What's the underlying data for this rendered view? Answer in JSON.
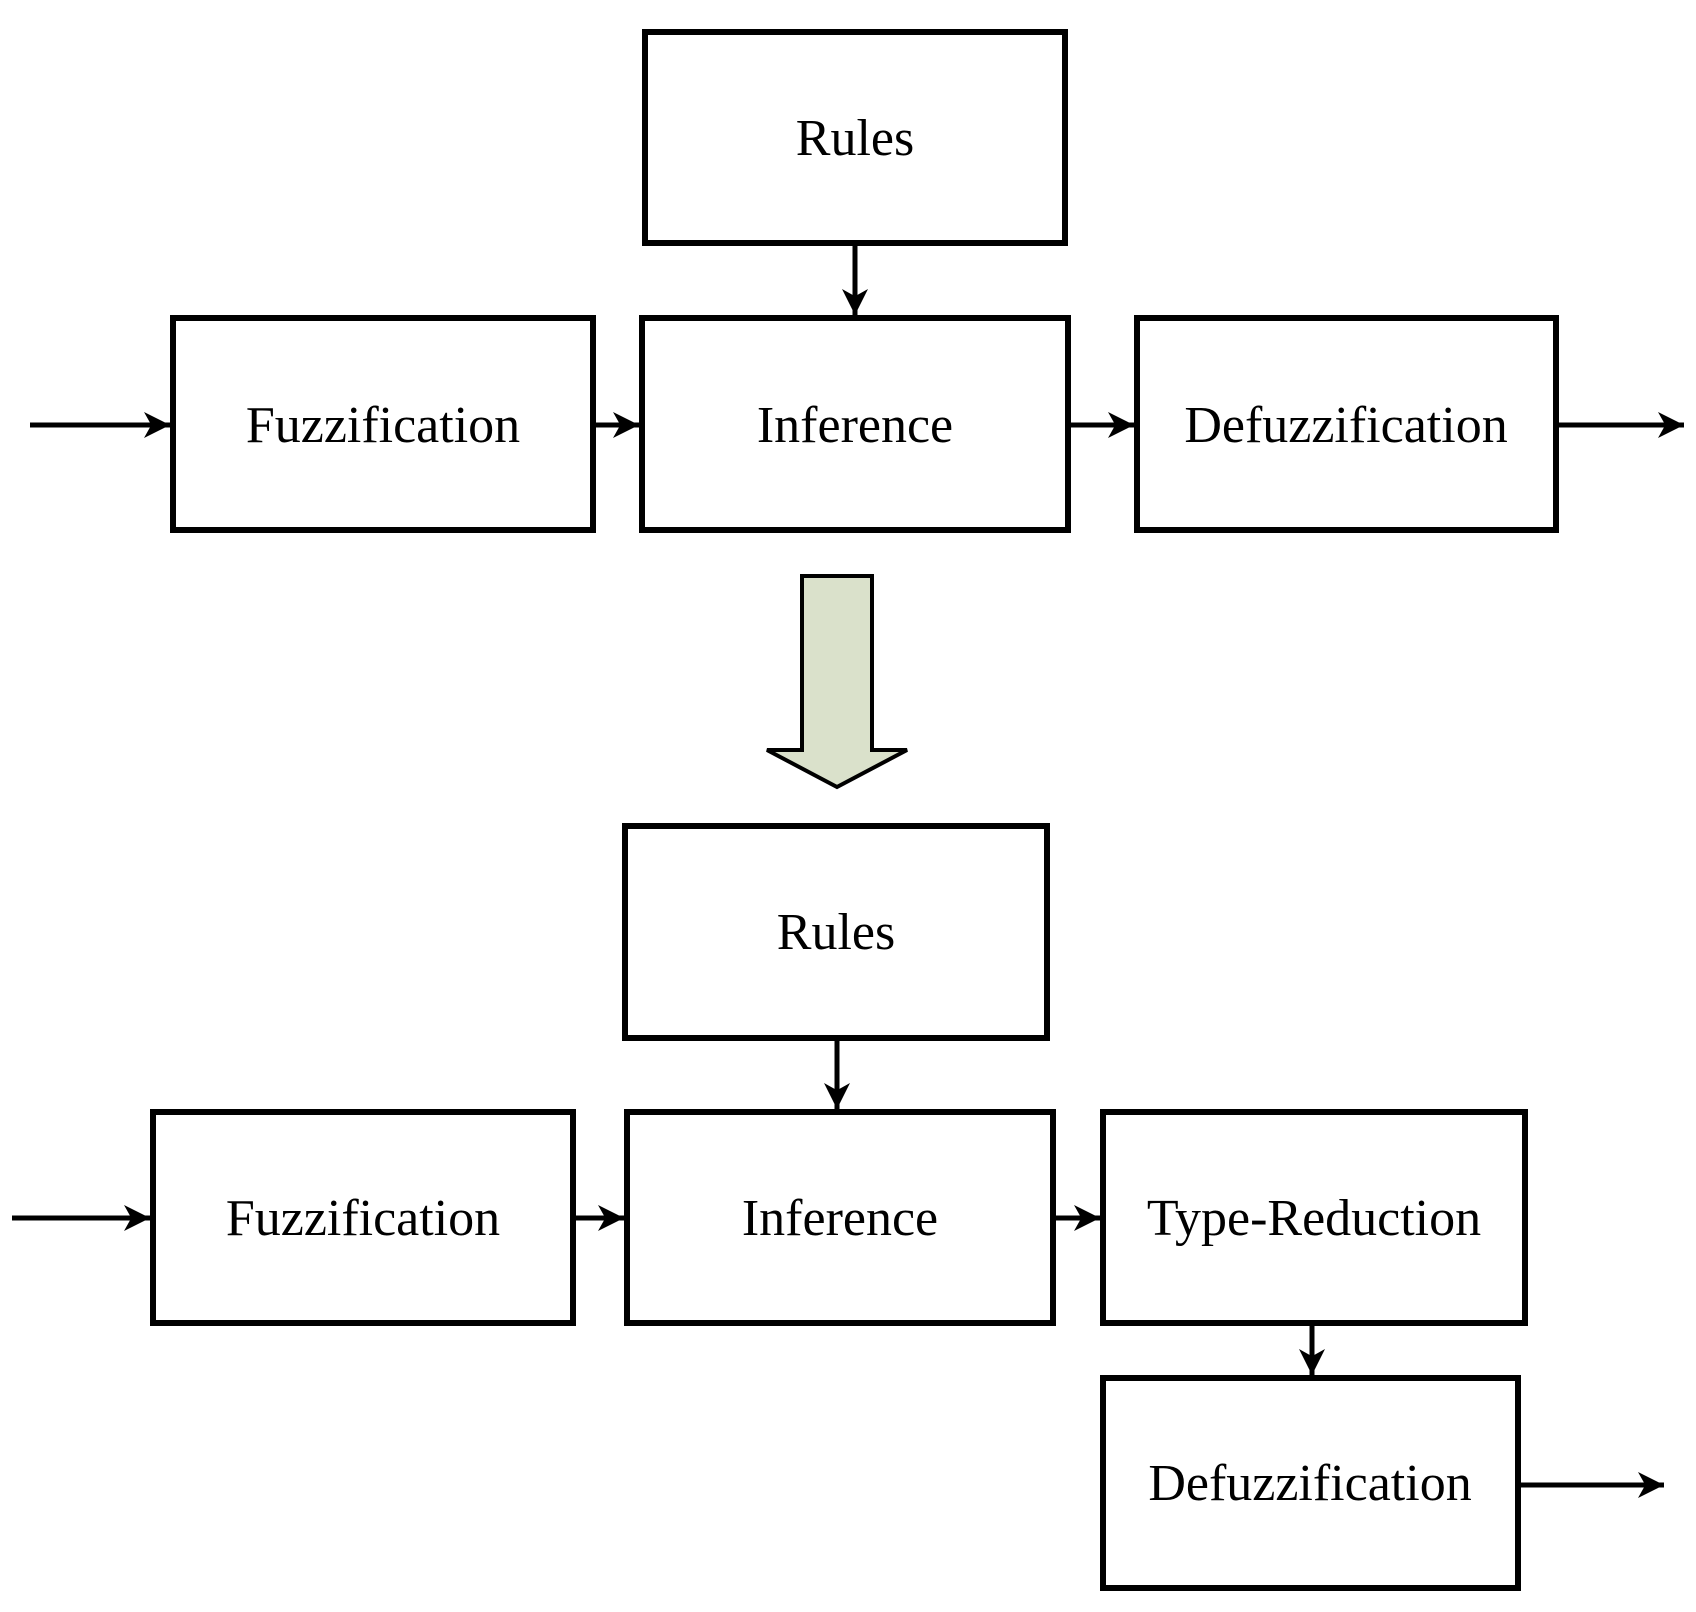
{
  "colors": {
    "background": "#ffffff",
    "line": "#000000",
    "box_fill": "#ffffff",
    "block_arrow_fill": "#dae1cb",
    "block_arrow_stroke": "#000000"
  },
  "type1_system": {
    "rules_label": "Rules",
    "fuzzification_label": "Fuzzification",
    "inference_label": "Inference",
    "defuzzification_label": "Defuzzification"
  },
  "type2_system": {
    "rules_label": "Rules",
    "fuzzification_label": "Fuzzification",
    "inference_label": "Inference",
    "type_reduction_label": "Type-Reduction",
    "defuzzification_label": "Defuzzification"
  }
}
